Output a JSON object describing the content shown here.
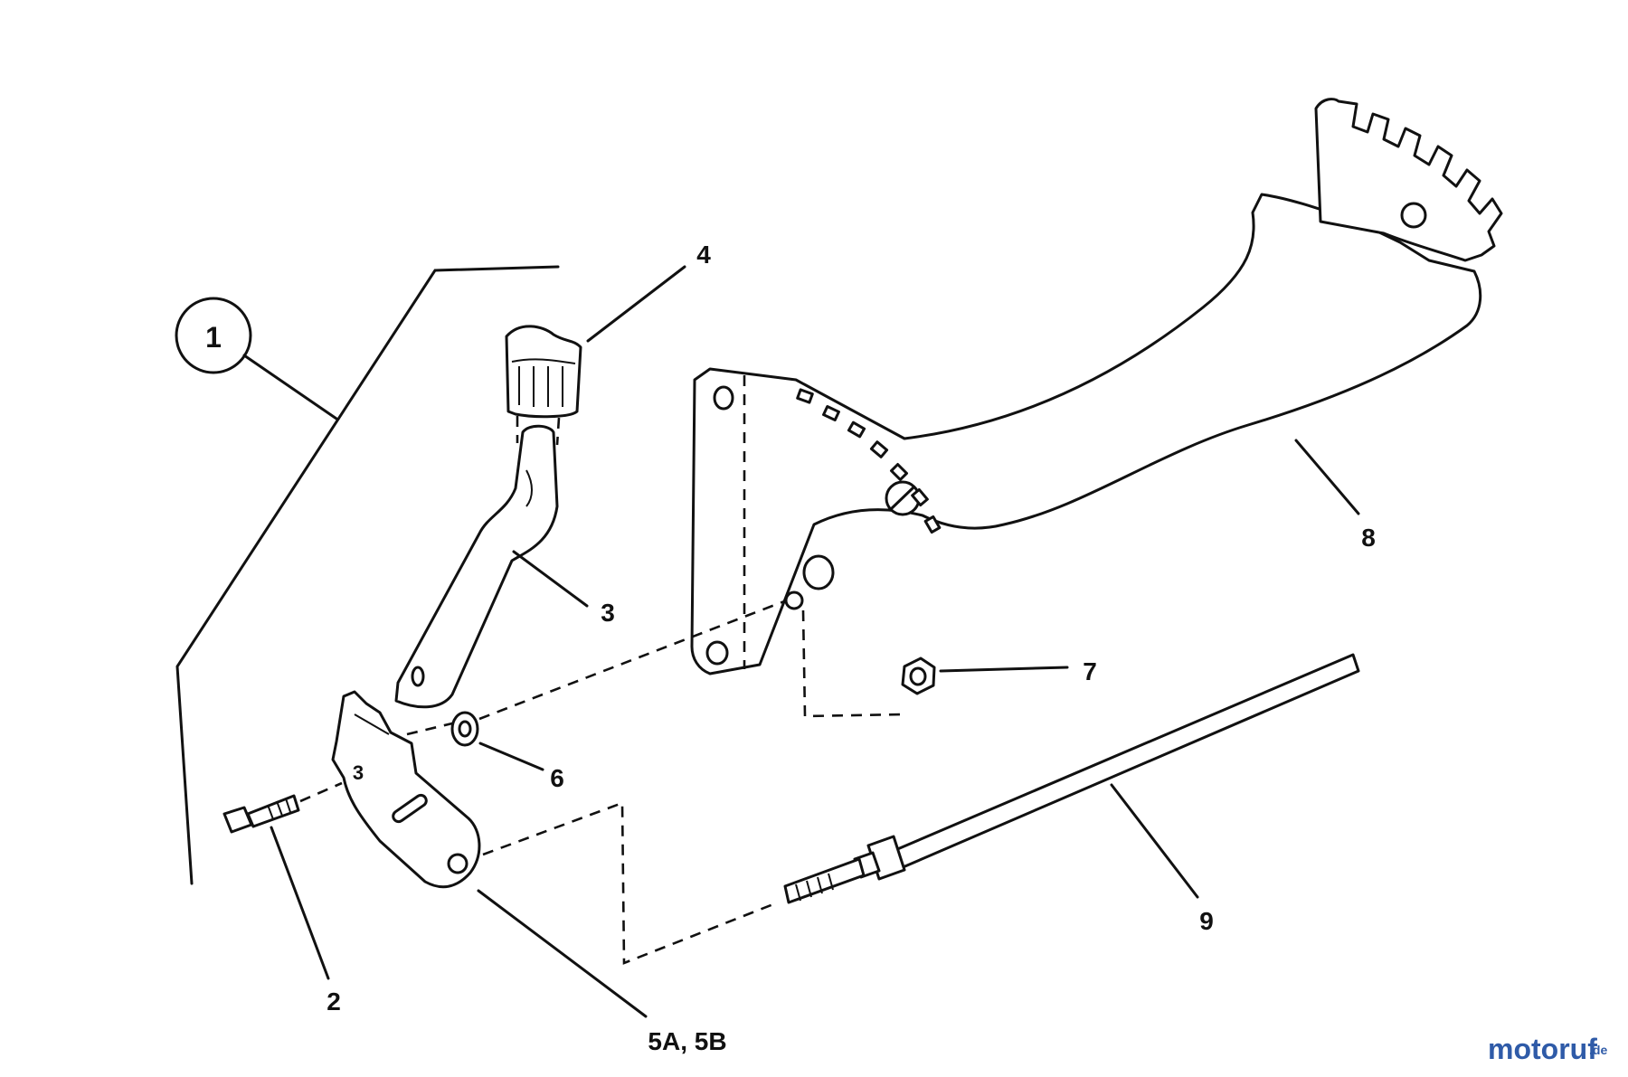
{
  "diagram": {
    "callouts": [
      {
        "id": "assembly",
        "label": "1"
      },
      {
        "id": "bolt",
        "label": "2"
      },
      {
        "id": "control-lever",
        "label": "3"
      },
      {
        "id": "knob",
        "label": "4"
      },
      {
        "id": "bracket",
        "label": "5A, 5B"
      },
      {
        "id": "washer",
        "label": "6"
      },
      {
        "id": "nut",
        "label": "7"
      },
      {
        "id": "quadrant-plate",
        "label": "8"
      },
      {
        "id": "rod",
        "label": "9"
      }
    ],
    "inline_label": "3"
  },
  "watermark": {
    "text_main": "motoruf",
    "text_suffix": ".de",
    "colors": {
      "main": "#2f5ba8",
      "accent": "#d2232a"
    }
  }
}
